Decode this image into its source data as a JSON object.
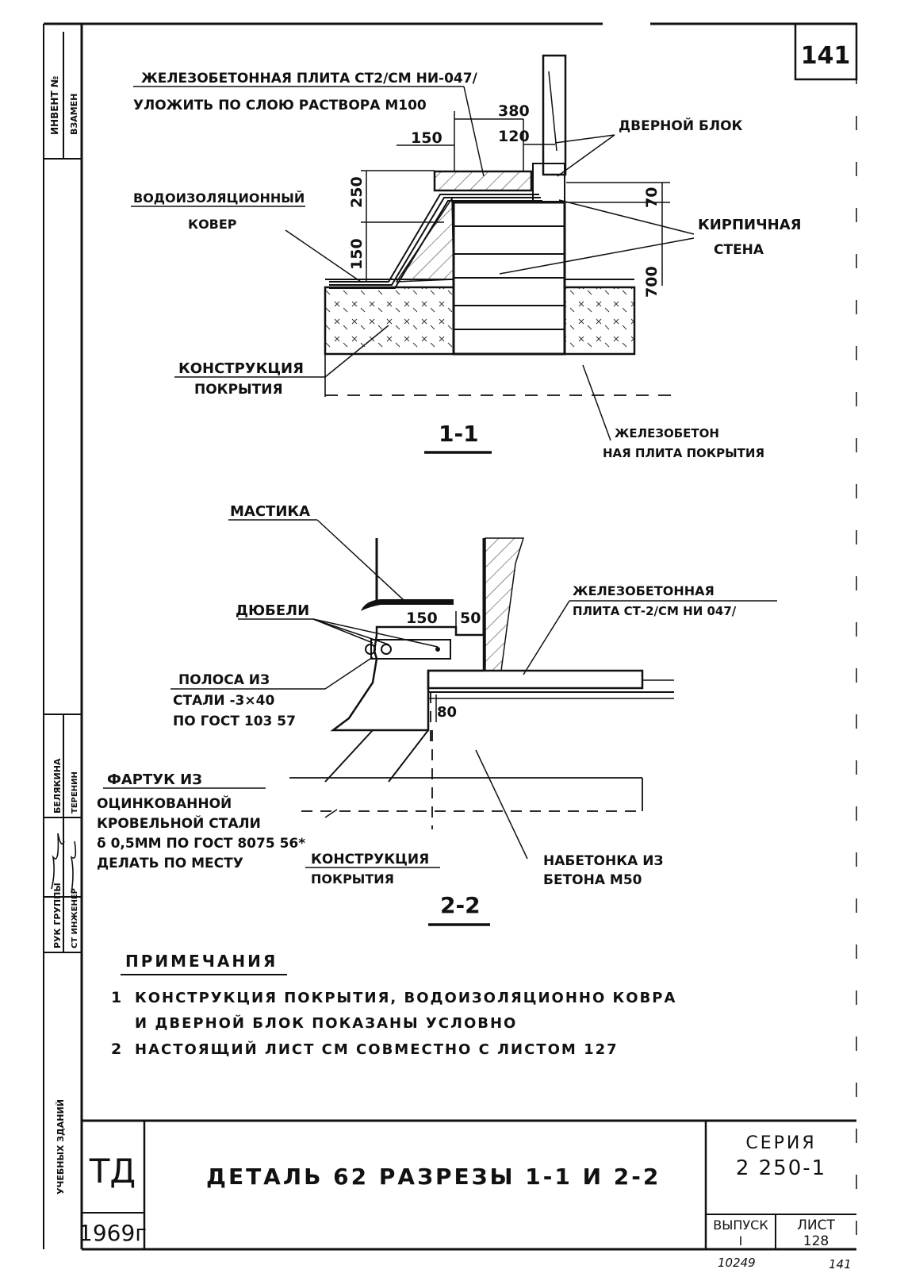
{
  "sheet_number": "141",
  "section_1": {
    "label": "1-1",
    "callouts": {
      "slab_line1": "ЖЕЛЕЗОБЕТОННАЯ ПЛИТА СТ2/СМ НИ-047/",
      "slab_line2": "УЛОЖИТЬ ПО СЛОЮ РАСТВОРА М100",
      "door_block": "ДВЕРНОЙ БЛОК",
      "waterproof_line1": "ВОДОИЗОЛЯЦИОННЫЙ",
      "waterproof_line2": "КОВЕР",
      "brick_line1": "КИРПИЧНАЯ",
      "brick_line2": "СТЕНА",
      "roof_line1": "КОНСТРУКЦИЯ",
      "roof_line2": "ПОКРЫТИЯ",
      "rc_slab_line1": "ЖЕЛЕЗОБЕТОН",
      "rc_slab_line2": "НАЯ ПЛИТА ПОКРЫТИЯ"
    },
    "dims": {
      "d380": "380",
      "d120": "120",
      "d150_top": "150",
      "d250": "250",
      "d150_side": "150",
      "d70": "70",
      "d700": "700"
    }
  },
  "section_2": {
    "label": "2-2",
    "callouts": {
      "mastic": "МАСТИКА",
      "dowels": "ДЮБЕЛИ",
      "strip_line1": "ПОЛОСА ИЗ",
      "strip_line2": "СТАЛИ -3×40",
      "strip_line3": "ПО ГОСТ 103 57",
      "rc_slab_line1": "ЖЕЛЕЗОБЕТОННАЯ",
      "rc_slab_line2": "ПЛИТА СТ-2/СМ НИ 047/",
      "apron_line1": "ФАРТУК ИЗ",
      "apron_line2": "ОЦИНКОВАННОЙ",
      "apron_line3": "КРОВЕЛЬНОЙ СТАЛИ",
      "apron_line4": "δ 0,5ММ ПО ГОСТ 8075 56*",
      "apron_line5": "ДЕЛАТЬ ПО МЕСТУ",
      "roof_line1": "КОНСТРУКЦИЯ",
      "roof_line2": "ПОКРЫТИЯ",
      "topping_line1": "НАБЕТОНКА ИЗ",
      "topping_line2": "БЕТОНА М50"
    },
    "dims": {
      "d150": "150",
      "d50": "50",
      "d80": "80"
    }
  },
  "notes": {
    "heading": "ПРИМЕЧАНИЯ",
    "items": [
      {
        "num": "1",
        "line1": "КОНСТРУКЦИЯ ПОКРЫТИЯ, ВОДОИЗОЛЯЦИОННО КОВРА",
        "line2": "И ДВЕРНОЙ БЛОК ПОКАЗАНЫ УСЛОВНО"
      },
      {
        "num": "2",
        "line1": "НАСТОЯЩИЙ ЛИСТ СМ СОВМЕСТНО С ЛИСТОМ 127",
        "line2": ""
      }
    ]
  },
  "title_block": {
    "org": "ТД",
    "year": "1969г",
    "title": "ДЕТАЛЬ 62   РАЗРЕЗЫ 1-1 И 2-2",
    "series_label": "СЕРИЯ",
    "series_value": "2 250-1",
    "issue_label": "ВЫПУСК",
    "issue_value": "I",
    "sheet_label": "ЛИСТ",
    "sheet_value": "128"
  },
  "margin": {
    "inv_label": "ИНВЕНТ №",
    "inv_sub": "ВЗАМЕН",
    "role1": "РУК ГРУППЫ",
    "role2": "СТ ИНЖЕНЕР",
    "name1": "БЕЛЯКИНА",
    "name2": "ТЕРЕНИН",
    "dept": "УЧЕБНЫХ ЗДАНИЙ"
  },
  "footer": {
    "archive": "10249",
    "page": "141"
  }
}
